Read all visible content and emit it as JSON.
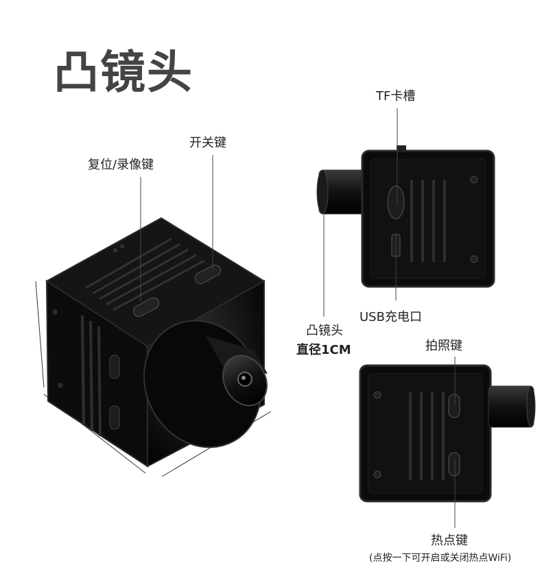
{
  "title": "凸镜头",
  "labels": {
    "reset_record": "复位/录像键",
    "power": "开关键",
    "tf_slot": "TF卡槽",
    "usb_port": "USB充电口",
    "lens": "凸镜头",
    "lens_diameter": "直径1CM",
    "photo": "拍照键",
    "hotspot": "热点键",
    "hotspot_note": "(点按一下可开启或关闭热点WiFi)"
  },
  "colors": {
    "body": "#0d0d0d",
    "edge": "#2a2a2a",
    "title": "#444444"
  }
}
